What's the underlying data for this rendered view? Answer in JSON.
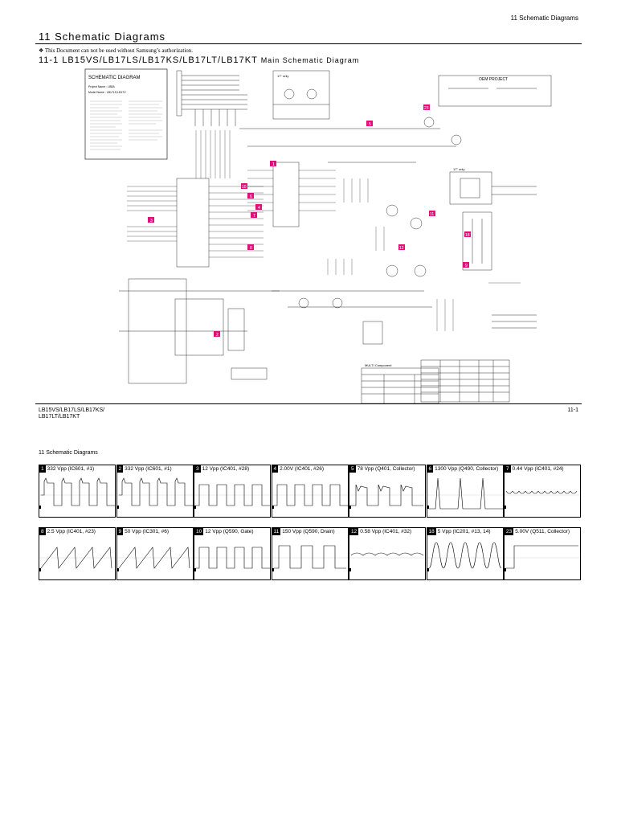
{
  "header": {
    "running_title": "11 Schematic Diagrams",
    "section_title": "11 Schematic Diagrams",
    "notice": "❖ This Document can not be used without Samsung’s authorization.",
    "subsection_number": "11-1",
    "subsection_models": "LB15VS/LB17LS/LB17KS/LB17LT/LB17KT",
    "subsection_suffix": "Main Schematic Diagram"
  },
  "schematic": {
    "title_block": {
      "heading": "SCHEMATIC DIAGRAM",
      "project_name": "Project Name : LB8A",
      "model_name": "Model Name : LB17LS,LB17V"
    },
    "oem_label": "OEM PROJECT",
    "only_label_1": "17\" only",
    "only_label_2": "17\" only",
    "multi_component_label": "MULTI Component",
    "markers": [
      "23",
      "5",
      "1",
      "10",
      "6",
      "4",
      "7",
      "8",
      "3",
      "11",
      "18",
      "12",
      "9",
      "2"
    ]
  },
  "footer": {
    "models_line1": "LB15VS/LB17LS/LB17KS/",
    "models_line2": "LB17LT/LB17KT",
    "page_number": "11-1"
  },
  "waveforms_section": {
    "title": "11 Schematic Diagrams",
    "panels": [
      {
        "num": "1",
        "label": "332 Vpp (IC601, #1)",
        "shape": "square-spike"
      },
      {
        "num": "2",
        "label": "332 Vpp (IC601, #1)",
        "shape": "square-spike"
      },
      {
        "num": "3",
        "label": "12 Vpp (IC401, #28)",
        "shape": "square"
      },
      {
        "num": "4",
        "label": "2.00V (IC401, #26)",
        "shape": "square"
      },
      {
        "num": "5",
        "label": "78 Vpp (Q401, Collector)",
        "shape": "pulse-ring"
      },
      {
        "num": "6",
        "label": "1300 Vpp (Q490, Collector)",
        "shape": "spike"
      },
      {
        "num": "7",
        "label": "0.44 Vpp (IC401, #24)",
        "shape": "scallop"
      },
      {
        "num": "8",
        "label": "2.5 Vpp (IC401, #23)",
        "shape": "sawtooth"
      },
      {
        "num": "9",
        "label": "50 Vpp (IC301, #6)",
        "shape": "sawtooth"
      },
      {
        "num": "10",
        "label": "12 Vpp (Q590, Gate)",
        "shape": "square"
      },
      {
        "num": "11",
        "label": "150 Vpp (Q590, Drain)",
        "shape": "square-ring"
      },
      {
        "num": "12",
        "label": "0.58 Vpp (IC401, #32)",
        "shape": "small-bump"
      },
      {
        "num": "18",
        "label": "5 Vpp (IC201, #13, 14)",
        "shape": "sine"
      },
      {
        "num": "23",
        "label": "5.00V (Q511, Collector)",
        "shape": "step"
      }
    ]
  }
}
